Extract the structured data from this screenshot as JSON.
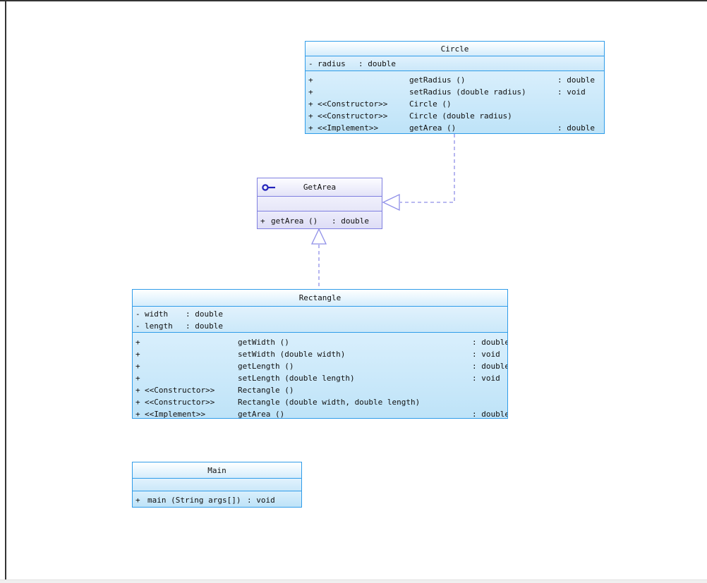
{
  "diagram": {
    "colors": {
      "accent-blue": "#2f9ce9",
      "accent-purple": "#7f7fe0",
      "connector": "#8f8fe8",
      "lollipop": "#2323bb",
      "page-border": "#343434",
      "bottom-strip": "#f0f0f0"
    },
    "classes": [
      {
        "id": "circle",
        "title": "Circle",
        "kind": "class",
        "attributes": [
          {
            "visibility": "-",
            "name": "radius",
            "type": ": double"
          }
        ],
        "methods": [
          {
            "visibility": "+",
            "stereotype": "",
            "signature": "getRadius ()",
            "returns": ": double"
          },
          {
            "visibility": "+",
            "stereotype": "",
            "signature": "setRadius (double radius)",
            "returns": ": void"
          },
          {
            "visibility": "+",
            "stereotype": "<<Constructor>>",
            "signature": "Circle ()",
            "returns": ""
          },
          {
            "visibility": "+",
            "stereotype": "<<Constructor>>",
            "signature": "Circle (double radius)",
            "returns": ""
          },
          {
            "visibility": "+",
            "stereotype": "<<Implement>>",
            "signature": "getArea ()",
            "returns": ": double"
          }
        ]
      },
      {
        "id": "getarea",
        "title": "GetArea",
        "kind": "interface",
        "icon": "interface-lollipop",
        "attributes": [],
        "methods": [
          {
            "visibility": "+",
            "stereotype": "",
            "signature": "getArea ()",
            "returns": ": double"
          }
        ]
      },
      {
        "id": "rectangle",
        "title": "Rectangle",
        "kind": "class",
        "attributes": [
          {
            "visibility": "-",
            "name": "width",
            "type": ": double"
          },
          {
            "visibility": "-",
            "name": "length",
            "type": ": double"
          }
        ],
        "methods": [
          {
            "visibility": "+",
            "stereotype": "",
            "signature": "getWidth ()",
            "returns": ": double"
          },
          {
            "visibility": "+",
            "stereotype": "",
            "signature": "setWidth (double width)",
            "returns": ": void"
          },
          {
            "visibility": "+",
            "stereotype": "",
            "signature": "getLength ()",
            "returns": ": double"
          },
          {
            "visibility": "+",
            "stereotype": "",
            "signature": "setLength (double length)",
            "returns": ": void"
          },
          {
            "visibility": "+",
            "stereotype": "<<Constructor>>",
            "signature": "Rectangle ()",
            "returns": ""
          },
          {
            "visibility": "+",
            "stereotype": "<<Constructor>>",
            "signature": "Rectangle (double width, double length)",
            "returns": ""
          },
          {
            "visibility": "+",
            "stereotype": "<<Implement>>",
            "signature": "getArea ()",
            "returns": ": double"
          }
        ]
      },
      {
        "id": "main",
        "title": "Main",
        "kind": "class",
        "attributes": [],
        "methods": [
          {
            "visibility": "+",
            "stereotype": "",
            "signature": "main (String args[])",
            "returns": ": void"
          }
        ]
      }
    ],
    "relations": [
      {
        "type": "realization",
        "from": "Circle",
        "to": "GetArea"
      },
      {
        "type": "realization",
        "from": "Rectangle",
        "to": "GetArea"
      }
    ]
  }
}
